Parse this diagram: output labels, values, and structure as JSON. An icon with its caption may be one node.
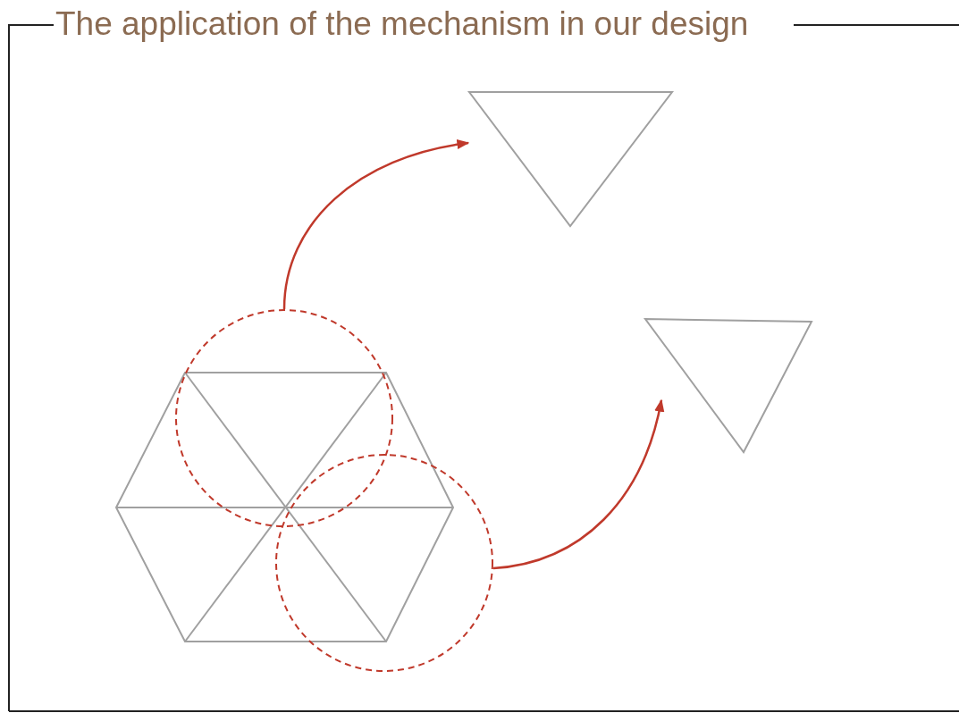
{
  "diagram": {
    "title": "The application of the mechanism in our design",
    "nodes": [
      {
        "text": [],
        "shape": "circle"
      },
      {
        "text": [],
        "shape": "circle"
      },
      {
        "text": [],
        "shape": "triangle"
      },
      {
        "text": [],
        "shape": "triangle"
      }
    ],
    "edges": [
      {
        "from": 0,
        "to": 2,
        "arrow": "to"
      },
      {
        "from": 1,
        "to": 3,
        "arrow": "to"
      }
    ]
  }
}
